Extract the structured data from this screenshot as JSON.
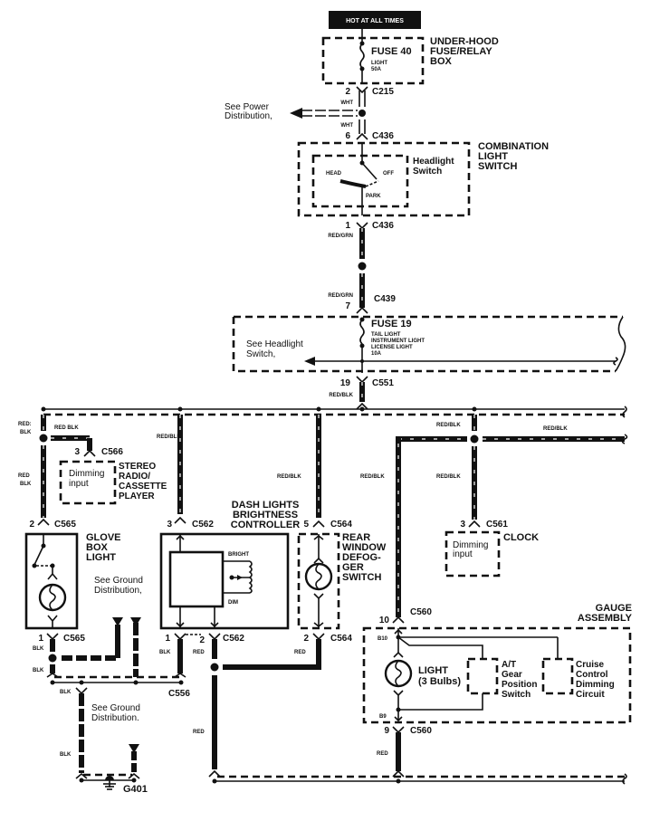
{
  "diagram": {
    "hot_banner": "HOT AT ALL TIMES",
    "colors": {
      "ink": "#111111",
      "paper": "#ffffff"
    },
    "components": {
      "fuse_box": {
        "title_lines": [
          "UNDER-HOOD",
          "FUSE/RELAY",
          "BOX"
        ],
        "fuse": "FUSE 40",
        "fuse_sub": [
          "LIGHT",
          "50A"
        ]
      },
      "combo_switch": {
        "title_lines": [
          "COMBINATION",
          "LIGHT",
          "SWITCH"
        ],
        "sub_title_lines": [
          "Headlight",
          "Switch"
        ],
        "positions": [
          "HEAD",
          "OFF",
          "PARK"
        ]
      },
      "fuse19": {
        "fuse": "FUSE 19",
        "lines": [
          "TAIL LIGHT",
          "INSTRUMENT LIGHT",
          "LICENSE LIGHT",
          "10A"
        ],
        "see_ref": [
          "See Headlight",
          "Switch,"
        ]
      },
      "stereo": {
        "title_lines": [
          "STEREO",
          "RADIO/",
          "CASSETTE",
          "PLAYER"
        ],
        "input_lines": [
          "Dimming",
          "input"
        ]
      },
      "glove_box": {
        "title_lines": [
          "GLOVE",
          "BOX",
          "LIGHT"
        ]
      },
      "dash_controller": {
        "title_lines": [
          "DASH LIGHTS",
          "BRIGHTNESS",
          "CONTROLLER"
        ],
        "bright": "BRIGHT",
        "dim": "DIM"
      },
      "rear_defog": {
        "title_lines": [
          "REAR",
          "WINDOW",
          "DEFOG-",
          "GER",
          "SWITCH"
        ]
      },
      "clock": {
        "title": "CLOCK",
        "input_lines": [
          "Dimming",
          "input"
        ]
      },
      "gauge": {
        "title_lines": [
          "GAUGE",
          "ASSEMBLY"
        ],
        "light_lines": [
          "LIGHT",
          "(3 Bulbs)"
        ],
        "at_lines": [
          "A/T",
          "Gear",
          "Position",
          "Switch"
        ],
        "cruise_lines": [
          "Cruise",
          "Control",
          "Dimming",
          "Circuit"
        ],
        "pin_top": "B10",
        "pin_bottom": "B9"
      },
      "ground": {
        "label": "G401"
      }
    },
    "references": {
      "power": [
        "See Power",
        "Distribution,"
      ],
      "ground1": [
        "See Ground",
        "Distribution,"
      ],
      "ground2": [
        "See Ground",
        "Distribution."
      ]
    },
    "connectors": {
      "c215": {
        "id": "C215",
        "pin": "2"
      },
      "c436a": {
        "id": "C436",
        "pin": "6"
      },
      "c436b": {
        "id": "C436",
        "pin": "1"
      },
      "c439": {
        "id": "C439",
        "pin": "7"
      },
      "c551": {
        "id": "C551",
        "pin": "19"
      },
      "c566": {
        "id": "C566",
        "pin": "3"
      },
      "c565a": {
        "id": "C565",
        "pin": "2"
      },
      "c565b": {
        "id": "C565",
        "pin": "1"
      },
      "c562a": {
        "id": "C562",
        "pin": "3"
      },
      "c562b": {
        "id": "C562",
        "pin": "1"
      },
      "c562c": {
        "pin": "2"
      },
      "c564a": {
        "id": "C564",
        "pin": "5"
      },
      "c564b": {
        "id": "C564",
        "pin": "2"
      },
      "c561": {
        "id": "C561",
        "pin": "3"
      },
      "c560a": {
        "id": "C560",
        "pin": "10"
      },
      "c560b": {
        "id": "C560",
        "pin": "9"
      },
      "c556": {
        "id": "C556"
      }
    },
    "wires": {
      "wht": "WHT",
      "red_grn": "RED/GRN",
      "red_blk": "RED/BLK",
      "red_blk_split": [
        "RED:",
        "BLK"
      ],
      "red_blk_space": "RED BLK",
      "red_blk_stack": [
        "RED",
        "BLK"
      ],
      "blk": "BLK",
      "red": "RED"
    }
  }
}
